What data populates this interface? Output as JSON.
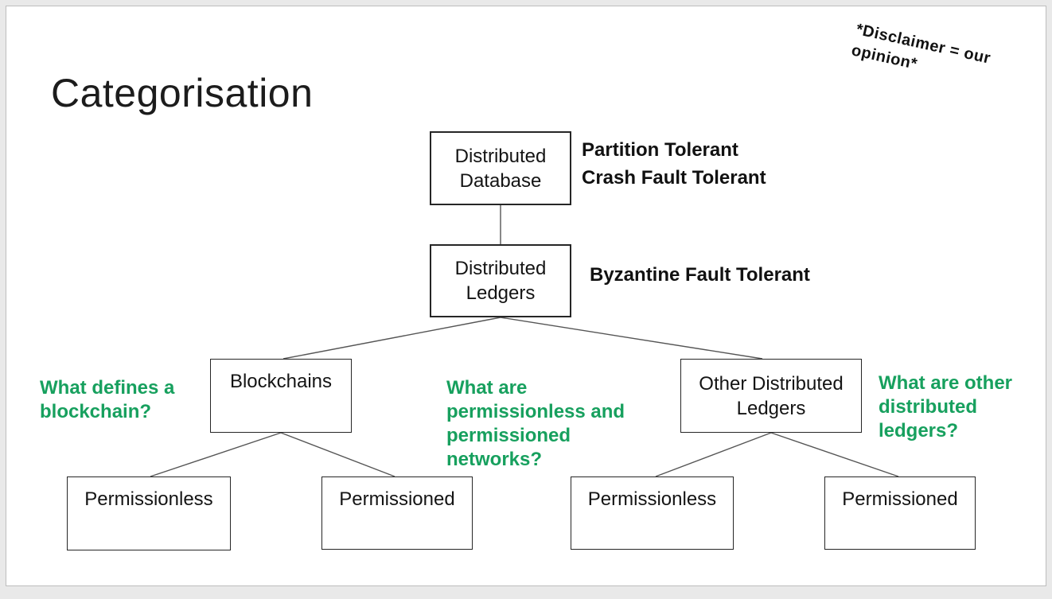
{
  "slide": {
    "title": "Categorisation",
    "disclaimer_lines": [
      "*Disclaimer = our",
      "opinion*"
    ]
  },
  "colors": {
    "question_green": "#17a05e",
    "text_black": "#141414",
    "box_border": "#262626",
    "connector_line": "#555555",
    "slide_bg": "#ffffff",
    "page_bg": "#e9e9e9"
  },
  "tree": {
    "nodes": {
      "distributed_database": {
        "line1": "Distributed",
        "line2": "Database"
      },
      "distributed_ledgers": {
        "line1": "Distributed",
        "line2": "Ledgers"
      },
      "blockchains": {
        "line1": "Blockchains"
      },
      "other_distributed_ledgers": {
        "line1": "Other Distributed",
        "line2": "Ledgers"
      },
      "blockchain_permissionless": {
        "line1": "Permissionless"
      },
      "blockchain_permissioned": {
        "line1": "Permissioned"
      },
      "other_permissionless": {
        "line1": "Permissionless"
      },
      "other_permissioned": {
        "line1": "Permissioned"
      }
    },
    "annotations": {
      "distributed_database": [
        "Partition Tolerant",
        "Crash Fault Tolerant"
      ],
      "distributed_ledgers": [
        "Byzantine Fault Tolerant"
      ]
    },
    "questions": {
      "left": [
        "What defines a",
        "blockchain?"
      ],
      "center": [
        "What are",
        "permissionless and",
        "permissioned",
        "networks?"
      ],
      "right": [
        "What are other",
        "distributed",
        "ledgers?"
      ]
    }
  }
}
